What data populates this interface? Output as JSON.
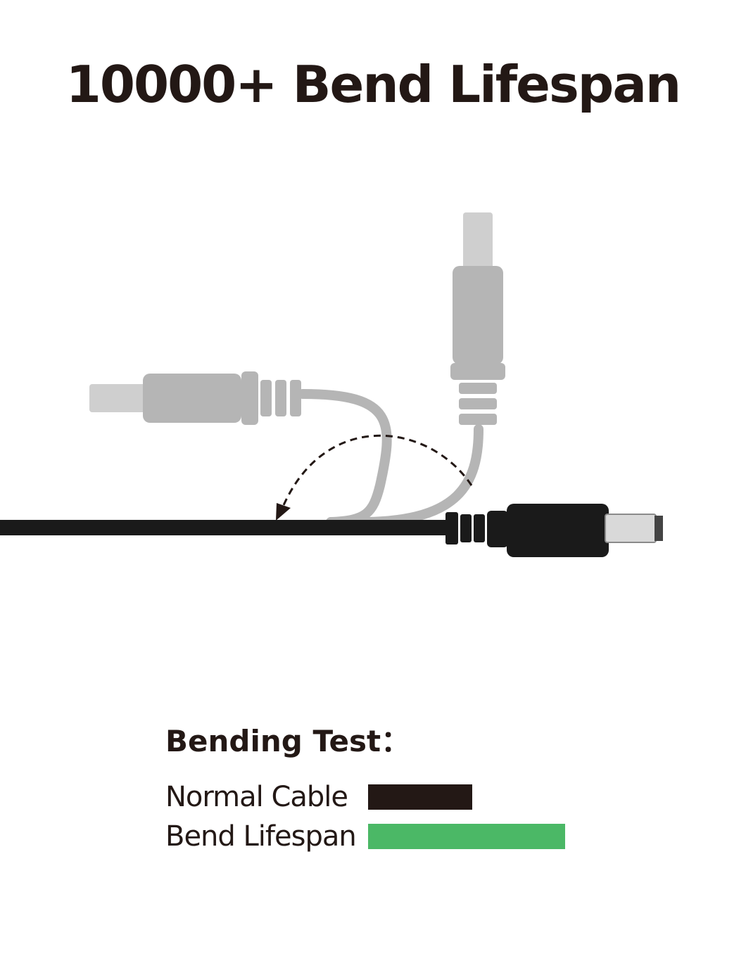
{
  "headline": "10000+ Bend Lifespan",
  "illustration": {
    "icon": "dc-barrel-cable-bend-test-icon"
  },
  "legend": {
    "title": "Bending Test：",
    "items": [
      {
        "label": "Normal Cable",
        "color": "#231815"
      },
      {
        "label": "Bend Lifespan",
        "color": "#4bb866"
      }
    ]
  }
}
